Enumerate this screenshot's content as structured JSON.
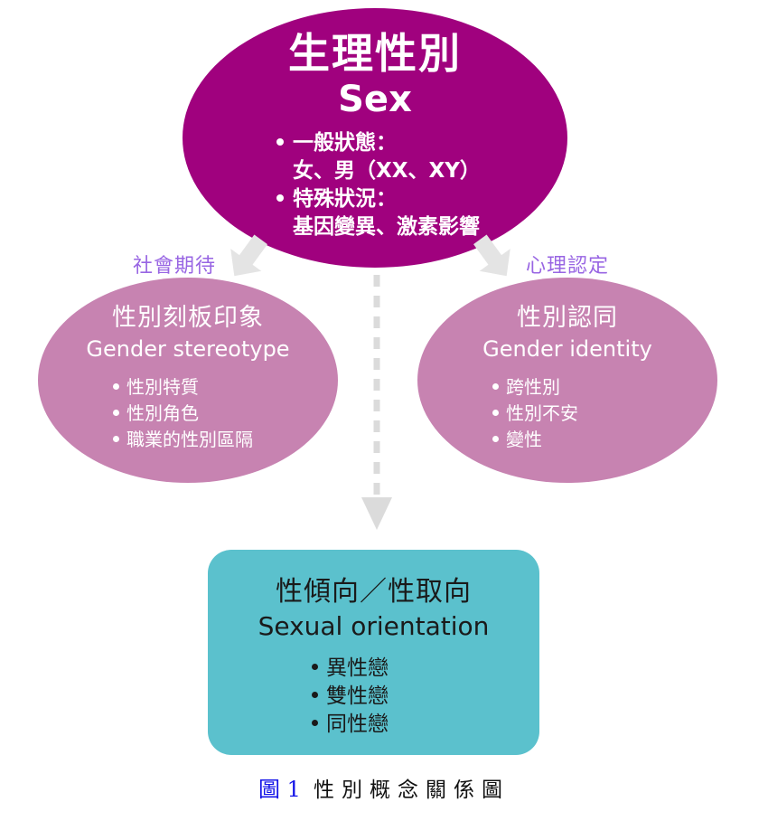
{
  "diagram": {
    "top_node": {
      "title_zh": "生理性別",
      "title_en": "Sex",
      "bullets": [
        {
          "label": "一般狀態：",
          "detail": "女、男（XX、XY）"
        },
        {
          "label": "特殊狀況：",
          "detail": "基因變異、激素影響"
        }
      ]
    },
    "left_label": "社會期待",
    "right_label": "心理認定",
    "left_node": {
      "title_zh": "性別刻板印象",
      "title_en": "Gender stereotype",
      "bullets": [
        "性別特質",
        "性別角色",
        "職業的性別區隔"
      ]
    },
    "right_node": {
      "title_zh": "性別認同",
      "title_en": "Gender identity",
      "bullets": [
        "跨性別",
        "性別不安",
        "變性"
      ]
    },
    "bottom_node": {
      "title_zh": "性傾向／性取向",
      "title_en": "Sexual orientation",
      "bullets": [
        "異性戀",
        "雙性戀",
        "同性戀"
      ]
    },
    "caption": {
      "figure_label": "圖 1",
      "text": "性別概念關係圖"
    },
    "colors": {
      "top_fill": "#A0017E",
      "side_fill": "#C783B1",
      "bottom_fill": "#5BC1CD",
      "label_purple": "#9865E3",
      "arrow_gray": "#E4E4E4",
      "dash_gray": "#DBDBDB",
      "caption_blue": "#1414E8"
    }
  }
}
